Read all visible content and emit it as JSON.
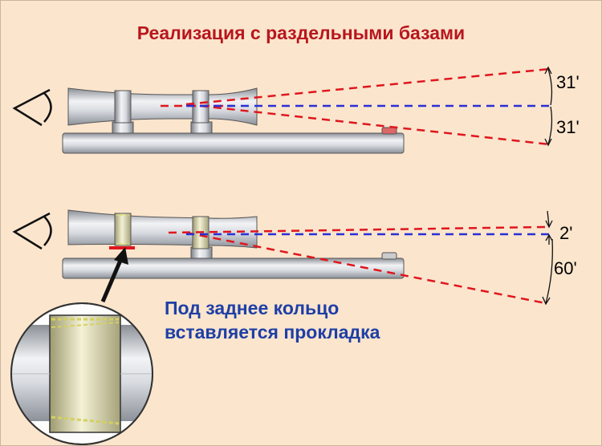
{
  "title": "Реализация с раздельными базами",
  "note": {
    "line1": "Под заднее кольцо",
    "line2": "вставляется прокладка"
  },
  "top_diagram": {
    "angle_upper": "31'",
    "angle_lower": "31'"
  },
  "bottom_diagram": {
    "angle_upper": "2'",
    "angle_lower": "60'"
  },
  "colors": {
    "title": "#b8161d",
    "note": "#1e3fa6",
    "red_dash": "#e0161d",
    "blue_dash": "#2a2fd6",
    "background": "#fbe5cd",
    "shim": "#e0e060"
  }
}
